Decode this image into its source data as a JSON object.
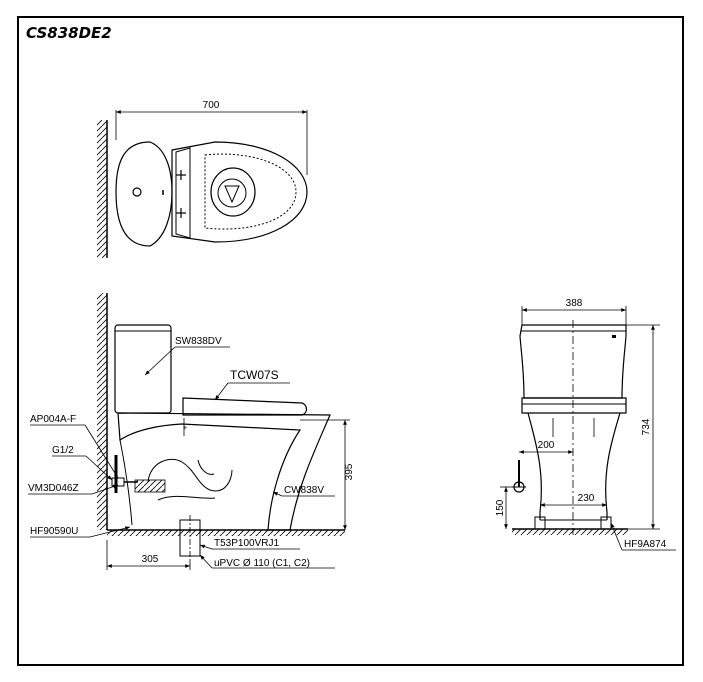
{
  "title": "CS838DE2",
  "top_view": {
    "width_dim": "700"
  },
  "side_view": {
    "labels": {
      "tank": "SW838DV",
      "seat": "TCW07S",
      "bowl": "CW838V",
      "fitting1": "AP004A-F",
      "fitting2": "G1/2",
      "valve": "VM3D046Z",
      "flange": "HF90590U",
      "adapter": "T53P100VRJ1",
      "pipe": "uPVC Ø 110 (C1, C2)"
    },
    "dims": {
      "height": "395",
      "rough_in": "305"
    }
  },
  "front_view": {
    "labels": {
      "fixing": "HF9A874"
    },
    "dims": {
      "width": "388",
      "height": "734",
      "offset": "200",
      "spacing": "230",
      "inlet_height": "150"
    }
  }
}
